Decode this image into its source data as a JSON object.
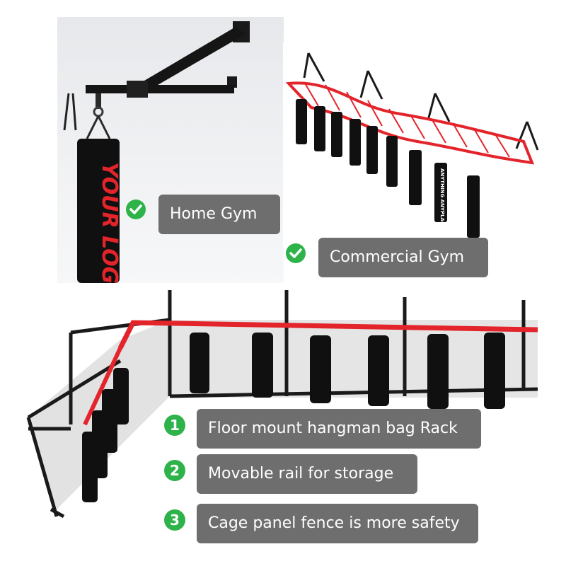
{
  "badges": {
    "home": "Home Gym",
    "commercial": "Commercial Gym"
  },
  "features": [
    {
      "number": "1",
      "text": "Floor mount hangman bag Rack"
    },
    {
      "number": "2",
      "text": "Movable rail for storage"
    },
    {
      "number": "3",
      "text": "Cage panel fence is more safety"
    }
  ],
  "bag_print": {
    "home": "YOUR LOGO",
    "commercial": "ANYTHING ANYPLACE"
  },
  "colors": {
    "pill": "#6e6e6e",
    "check": "#2db34a",
    "rail_red": "#e3242b",
    "bag_black": "#101010"
  },
  "icons": [
    "check-icon",
    "number-badge"
  ]
}
